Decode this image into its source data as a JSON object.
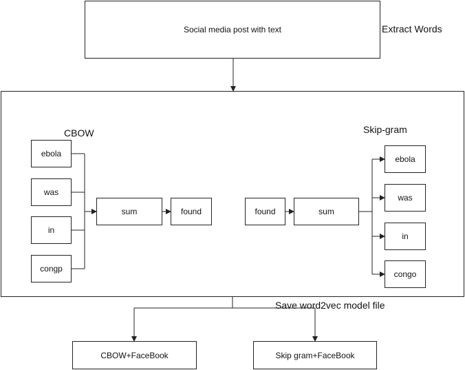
{
  "top": {
    "post_text": "Social media post with text",
    "extract_label": "Extract Words"
  },
  "cbow": {
    "title": "CBOW",
    "words": [
      "ebola",
      "was",
      "in",
      "congp"
    ],
    "sum": "sum",
    "output": "found"
  },
  "skipgram": {
    "title": "Skip-gram",
    "input": "found",
    "sum": "sum",
    "words": [
      "ebola",
      "was",
      "in",
      "congo"
    ]
  },
  "save_label": "Save word2vec model file",
  "outputs": {
    "cbow_file": "CBOW+FaceBook",
    "skip_file": "Skip gram+FaceBook"
  }
}
